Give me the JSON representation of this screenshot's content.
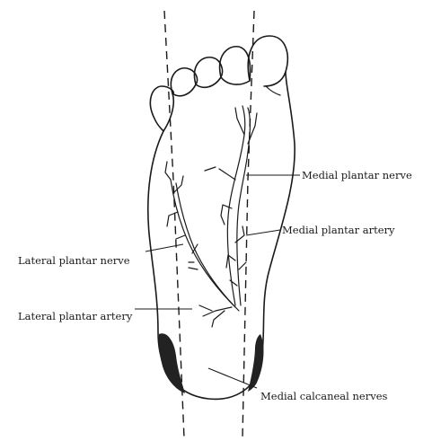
{
  "labels": {
    "medial_plantar_nerve": "Medial plantar nerve",
    "medial_plantar_artery": "Medial plantar artery",
    "lateral_plantar_nerve": "Lateral plantar nerve",
    "lateral_plantar_artery": "Lateral plantar artery",
    "medial_calcaneal_nerves": "Medial calcaneal nerves"
  },
  "colors": {
    "ink": "#1a1a1a",
    "shade": "#222222",
    "background": "#ffffff"
  }
}
